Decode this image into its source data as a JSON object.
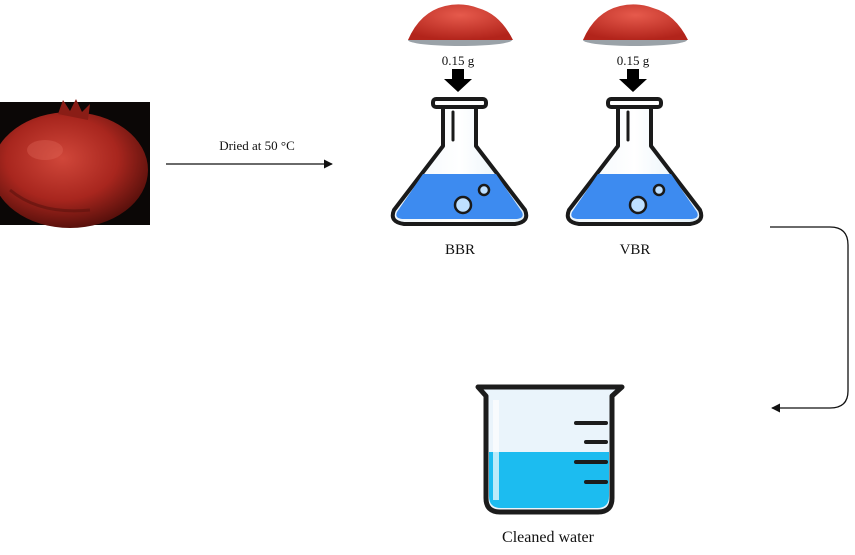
{
  "process_step": {
    "text": "Dried at 50 °C"
  },
  "flasks": [
    {
      "label": "BBR",
      "dose": "0.15 g"
    },
    {
      "label": "VBR",
      "dose": "0.15 g"
    }
  ],
  "beaker": {
    "label": "Cleaned water"
  },
  "colors": {
    "pomegranate": "#a8261e",
    "powder": "#d43a2f",
    "flask_liquid": "#3d8bf0",
    "beaker_liquid": "#1cbcf0",
    "outline": "#1a1a1a"
  },
  "icons": {
    "fruit": "pomegranate-photo",
    "powder": "red-powder-pile",
    "flask": "erlenmeyer-flask-icon",
    "beaker": "beaker-icon",
    "dose_arrow": "down-arrow-icon"
  }
}
